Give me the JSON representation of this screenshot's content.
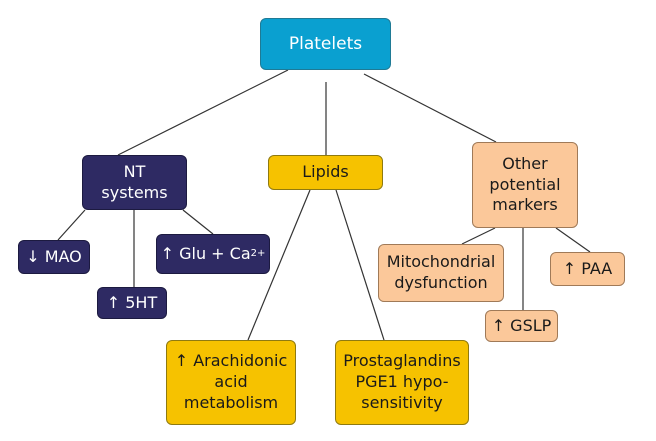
{
  "root": {
    "label": "Platelets"
  },
  "nt": {
    "label": "NT\nsystems",
    "items": {
      "mao": "↓ MAO",
      "ht": "↑ 5HT",
      "glu": "↑ Glu + Ca",
      "glu_sup": "2+"
    }
  },
  "lipids": {
    "label": "Lipids",
    "items": {
      "arachidonic": "↑ Arachidonic\nacid\nmetabolism",
      "prostaglandins": "Prostaglandins\nPGE1 hypo-\nsensitivity"
    }
  },
  "other": {
    "label": "Other\npotential\nmarkers",
    "items": {
      "mito": "Mitochondrial\ndysfunction",
      "gslp": "↑ GSLP",
      "paa": "↑ PAA"
    }
  },
  "colors": {
    "root": "#0aa0d0",
    "nt": "#2e2a63",
    "lipids": "#f6c200",
    "other": "#fbc89a",
    "line": "#333333"
  }
}
